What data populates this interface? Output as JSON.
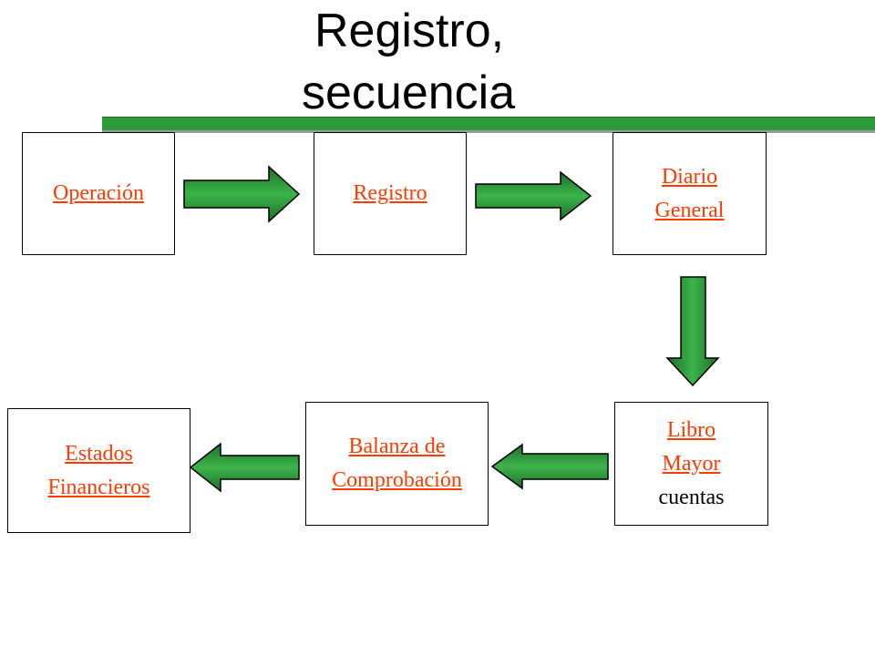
{
  "title": {
    "line1": "Registro,",
    "line2": "secuencia"
  },
  "nodes": {
    "operacion": [
      "Operación"
    ],
    "registro": [
      "Registro"
    ],
    "diario": [
      "Diario",
      "General"
    ],
    "libro": [
      "Libro",
      "Mayor"
    ],
    "libro_extra": "cuentas",
    "balanza": [
      "Balanza de",
      "Comprobación"
    ],
    "estados": [
      "Estados",
      "Financieros"
    ]
  },
  "colors": {
    "link": "#ff3b00",
    "arrow_fill": "#2e9a3c",
    "rule": "#2e9a3c"
  }
}
